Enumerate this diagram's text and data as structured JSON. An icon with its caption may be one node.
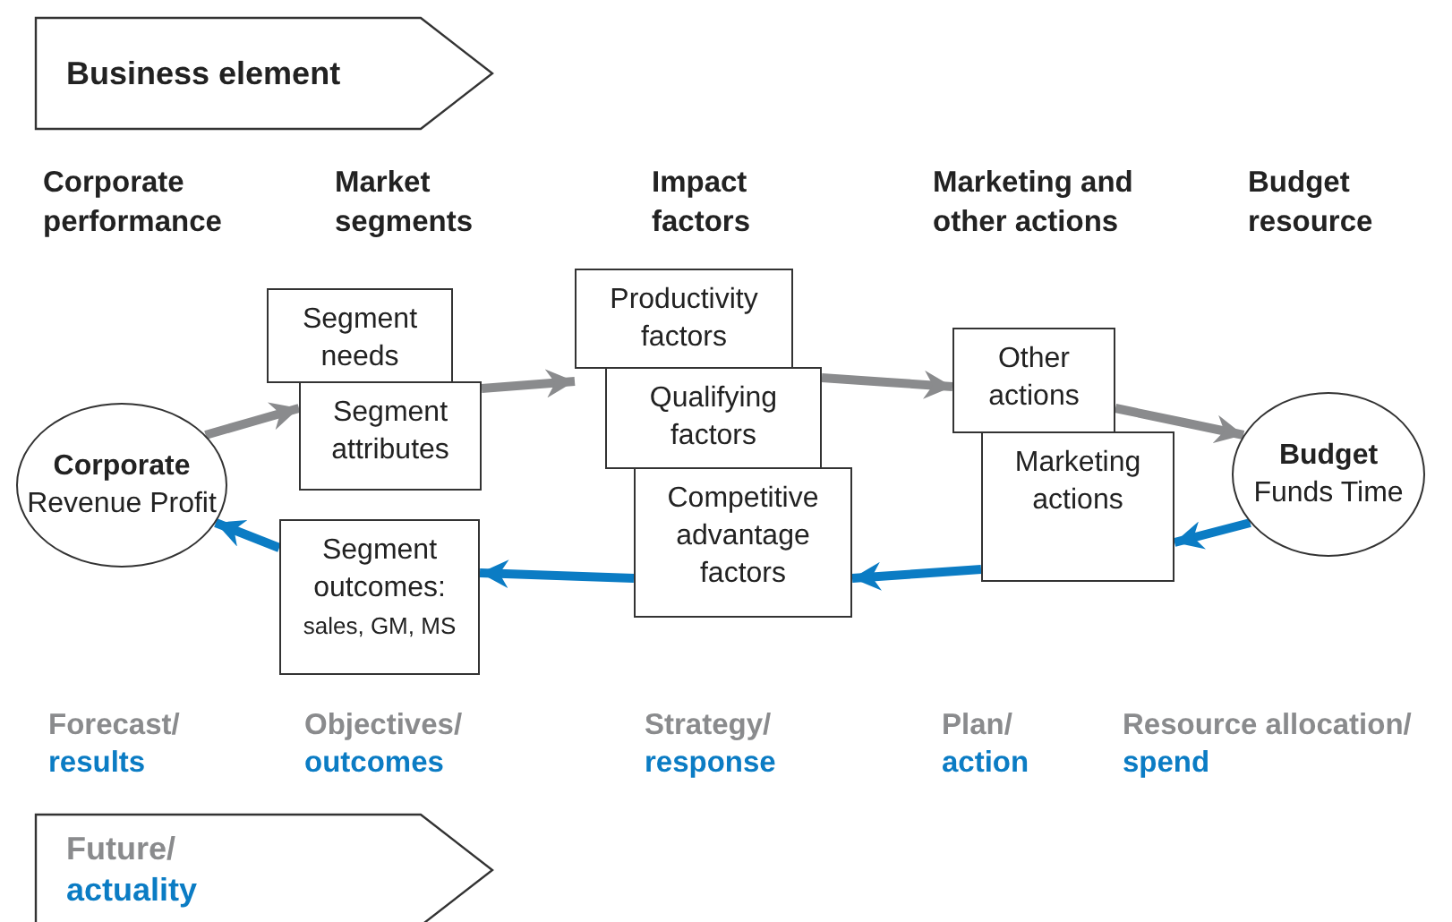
{
  "diagram": {
    "nodes": [
      {
        "text": [
          "Business element"
        ]
      },
      {
        "text": [
          "Corporate",
          "Revenue Profit"
        ]
      },
      {
        "text": [
          "Segment needs"
        ]
      },
      {
        "text": [
          "Segment attributes"
        ]
      },
      {
        "text": [
          "Segment outcomes:",
          "sales, GM, MS"
        ]
      },
      {
        "text": [
          "Productivity factors"
        ]
      },
      {
        "text": [
          "Qualifying factors"
        ]
      },
      {
        "text": [
          "Competitive advantage factors"
        ]
      },
      {
        "text": [
          "Other actions"
        ]
      },
      {
        "text": [
          "Marketing actions"
        ]
      },
      {
        "text": [
          "Budget",
          "Funds Time"
        ]
      },
      {
        "text": [
          "Future/",
          "actuality"
        ]
      }
    ],
    "edges": [
      {
        "from": 1,
        "to": 3,
        "arrow": "to"
      },
      {
        "from": 3,
        "to": 5,
        "arrow": "to"
      },
      {
        "from": 6,
        "to": 8,
        "arrow": "to"
      },
      {
        "from": 8,
        "to": 10,
        "arrow": "to"
      },
      {
        "from": 10,
        "to": 9,
        "arrow": "to",
        "color": "#0b7cc4"
      },
      {
        "from": 9,
        "to": 7,
        "arrow": "to",
        "color": "#0b7cc4"
      },
      {
        "from": 7,
        "to": 4,
        "arrow": "to",
        "color": "#0b7cc4"
      },
      {
        "from": 4,
        "to": 1,
        "arrow": "to",
        "color": "#0b7cc4"
      }
    ],
    "labels": [
      "Corporate performance",
      "Market segments",
      "Impact factors",
      "Marketing and other actions",
      "Budget resource",
      "Forecast/",
      "results",
      "Objectives/",
      "outcomes",
      "Strategy/",
      "response",
      "Plan/",
      "action",
      "Resource allocation/",
      "spend"
    ]
  }
}
